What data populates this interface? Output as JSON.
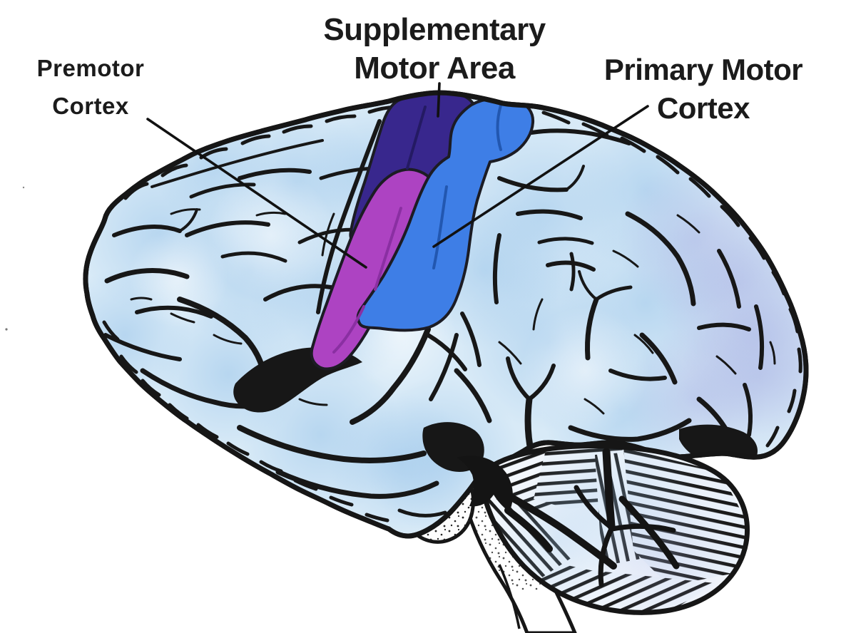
{
  "labels": {
    "premotor": {
      "line1": "Premotor",
      "line2": "Cortex"
    },
    "supplementary": {
      "line1": "Supplementary",
      "line2": "Motor Area"
    },
    "primary": {
      "line1": "Primary Motor",
      "line2": "Cortex"
    }
  },
  "regions": {
    "premotor": {
      "name": "Premotor Cortex",
      "color": "#ad43c2"
    },
    "supplementary": {
      "name": "Supplementary Motor Area",
      "color": "#38278d"
    },
    "primary": {
      "name": "Primary Motor Cortex",
      "color": "#3e7ee6"
    }
  },
  "palette": {
    "background": "#ffffff",
    "outline": "#161616",
    "cortex_fill": "#d8eaf7",
    "text_color": "#1b1b1b"
  }
}
